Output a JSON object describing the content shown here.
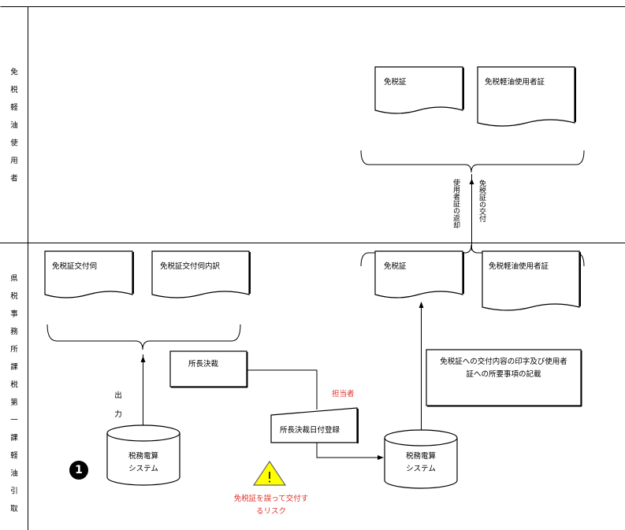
{
  "lanes": {
    "top": {
      "label": "免税軽油使用者"
    },
    "bottom": {
      "label": "県税事務所課税第一課軽油引取税班"
    }
  },
  "documents": {
    "user_tax_cert": "免税証",
    "user_use_cert": "免税軽油使用者証",
    "office_tax_cert": "免税証",
    "office_use_cert": "免税軽油使用者証",
    "request_form": "免税証交付伺",
    "request_detail": "免税証交付伺内訳"
  },
  "processes": {
    "director_approval": "所長決裁",
    "date_registration": "所長決裁日付登録",
    "print_record": "免税証への交付内容の印字及び使用者証への所要事項の記載"
  },
  "systems": {
    "tax_system_left": "税務電算\nシステム",
    "tax_system_right": "税務電算\nシステム"
  },
  "flows": {
    "output": "出\n力",
    "return_cert": "使用者証の返却",
    "issue_cert": "免税証の交付"
  },
  "annotations": {
    "person_in_charge": "担当者",
    "risk": "免税証を誤って交付す\nるリスク",
    "step_number": "❶",
    "warning_icon": "warning-icon"
  },
  "colors": {
    "risk_text": "#e0312b",
    "warning_fill": "#ffff00",
    "line": "#000000"
  }
}
